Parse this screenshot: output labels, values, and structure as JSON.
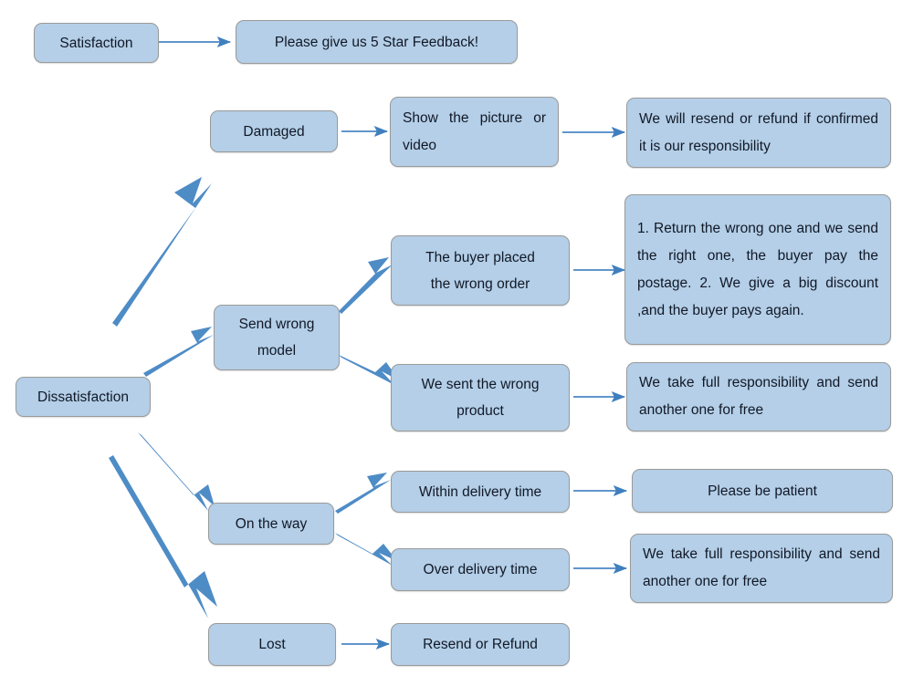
{
  "diagram": {
    "title": "Customer Satisfaction and Dissatisfaction Handling Flowchart",
    "colors": {
      "node_fill": "#b4cfe7",
      "node_border": "#9a9a9a",
      "arrow": "#4a87c4",
      "text": "#111827",
      "background": "#ffffff"
    },
    "nodes": {
      "satisfaction": "Satisfaction",
      "five_star": "Please give us 5 Star Feedback!",
      "dissatisfaction": "Dissatisfaction",
      "damaged": "Damaged",
      "show_picture": "Show the picture or video",
      "resend_refund_confirmed": "We will resend or refund if confirmed it is our responsibility",
      "send_wrong_model": "Send wrong\nmodel",
      "buyer_placed_wrong": "The buyer placed\nthe wrong order",
      "return_options": "1. Return the wrong one and we send the right one, the buyer pay the postage.\n2. We give a big discount ,and the buyer pays again.",
      "we_sent_wrong": "We sent the wrong\nproduct",
      "full_responsibility_1": "We take full responsibility and send another one for free",
      "on_the_way": "On the way",
      "within_delivery": "Within delivery time",
      "please_be_patient": "Please be patient",
      "over_delivery": "Over delivery time",
      "full_responsibility_2": "We take full responsibility and send another one for free",
      "lost": "Lost",
      "resend_or_refund": "Resend or Refund"
    },
    "edges": [
      {
        "name": "satisfaction-to-five-star",
        "from": "satisfaction",
        "to": "five_star",
        "style": "straight"
      },
      {
        "name": "damaged-to-show-picture",
        "from": "damaged",
        "to": "show_picture",
        "style": "straight"
      },
      {
        "name": "show-picture-to-resend-refund",
        "from": "show_picture",
        "to": "resend_refund_confirmed",
        "style": "straight"
      },
      {
        "name": "dissatisfaction-to-damaged",
        "from": "dissatisfaction",
        "to": "damaged",
        "style": "tapered-up"
      },
      {
        "name": "dissatisfaction-to-send-wrong-model",
        "from": "dissatisfaction",
        "to": "send_wrong_model",
        "style": "tapered-up"
      },
      {
        "name": "dissatisfaction-to-on-the-way",
        "from": "dissatisfaction",
        "to": "on_the_way",
        "style": "tapered-down"
      },
      {
        "name": "dissatisfaction-to-lost",
        "from": "dissatisfaction",
        "to": "lost",
        "style": "tapered-down"
      },
      {
        "name": "send-wrong-model-to-buyer-placed-wrong",
        "from": "send_wrong_model",
        "to": "buyer_placed_wrong",
        "style": "tapered-up"
      },
      {
        "name": "send-wrong-model-to-we-sent-wrong",
        "from": "send_wrong_model",
        "to": "we_sent_wrong",
        "style": "tapered-down"
      },
      {
        "name": "buyer-placed-wrong-to-return-options",
        "from": "buyer_placed_wrong",
        "to": "return_options",
        "style": "straight"
      },
      {
        "name": "we-sent-wrong-to-full-responsibility",
        "from": "we_sent_wrong",
        "to": "full_responsibility_1",
        "style": "straight"
      },
      {
        "name": "on-the-way-to-within-delivery",
        "from": "on_the_way",
        "to": "within_delivery",
        "style": "tapered-up"
      },
      {
        "name": "on-the-way-to-over-delivery",
        "from": "on_the_way",
        "to": "over_delivery",
        "style": "tapered-down"
      },
      {
        "name": "within-delivery-to-please-be-patient",
        "from": "within_delivery",
        "to": "please_be_patient",
        "style": "straight"
      },
      {
        "name": "over-delivery-to-full-responsibility",
        "from": "over_delivery",
        "to": "full_responsibility_2",
        "style": "straight"
      },
      {
        "name": "lost-to-resend-or-refund",
        "from": "lost",
        "to": "resend_or_refund",
        "style": "straight"
      }
    ]
  }
}
